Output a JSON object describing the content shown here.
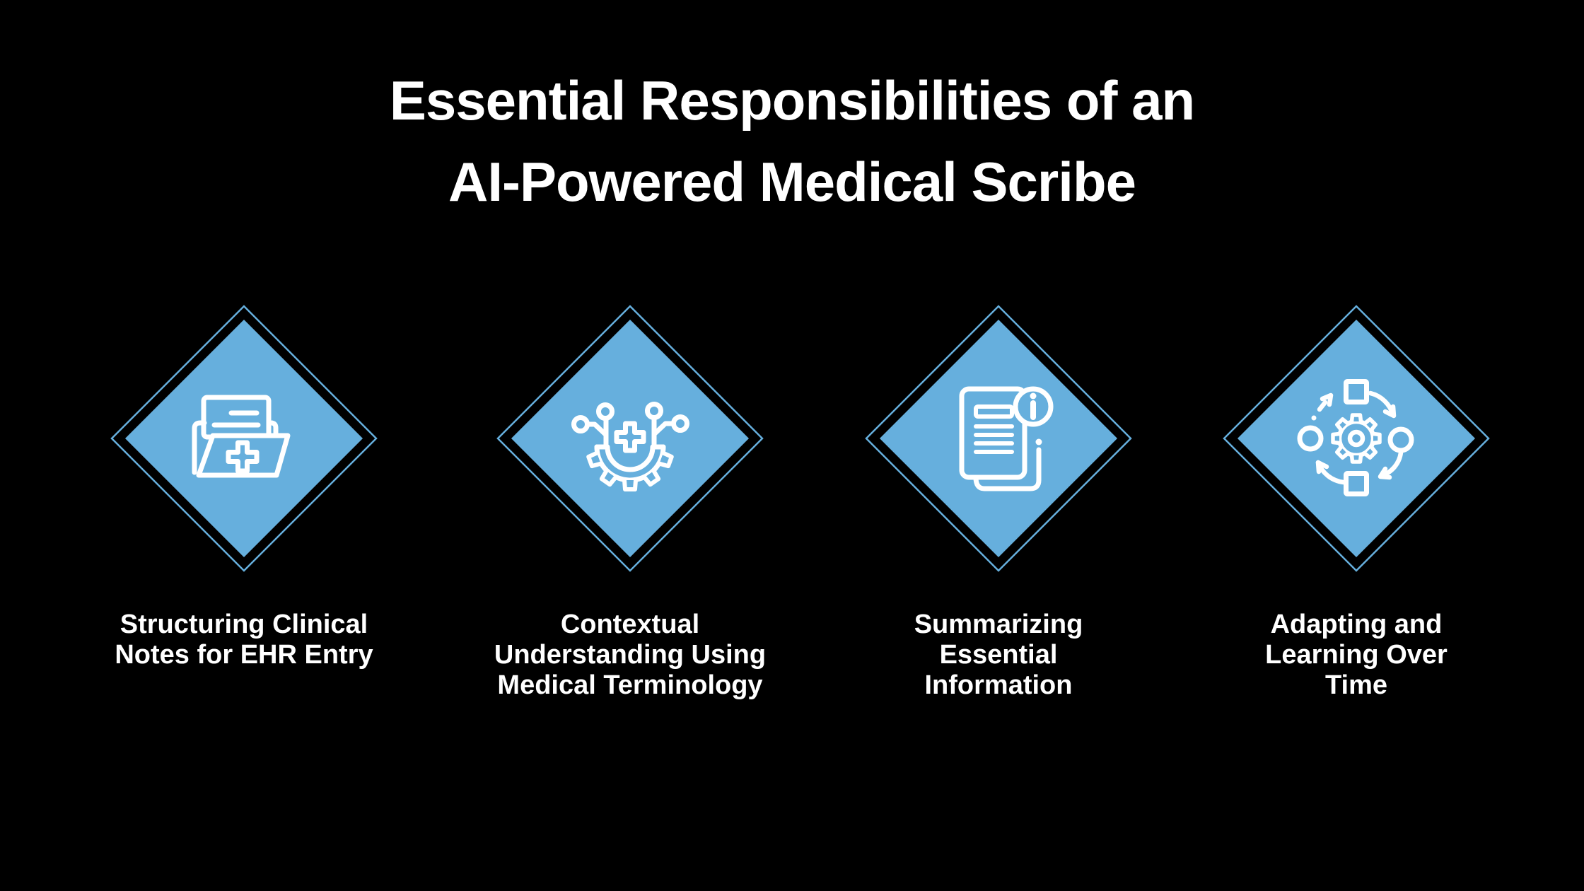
{
  "title": {
    "line1": "Essential Responsibilities of an",
    "line2": "AI-Powered Medical Scribe"
  },
  "colors": {
    "background": "#000000",
    "diamond_fill": "#66AFDD",
    "diamond_outline": "#66AFDD",
    "icon_color": "#FFFFFF",
    "text_color": "#FFFFFF"
  },
  "features": [
    {
      "icon": "medical-folder-icon",
      "label_lines": [
        "Structuring Clinical",
        "Notes for EHR Entry"
      ]
    },
    {
      "icon": "ai-gear-circuit-icon",
      "label_lines": [
        "Contextual",
        "Understanding Using",
        "Medical Terminology"
      ]
    },
    {
      "icon": "document-info-icon",
      "label_lines": [
        "Summarizing",
        "Essential",
        "Information"
      ]
    },
    {
      "icon": "adaptive-cycle-icon",
      "label_lines": [
        "Adapting and",
        "Learning Over",
        "Time"
      ]
    }
  ]
}
